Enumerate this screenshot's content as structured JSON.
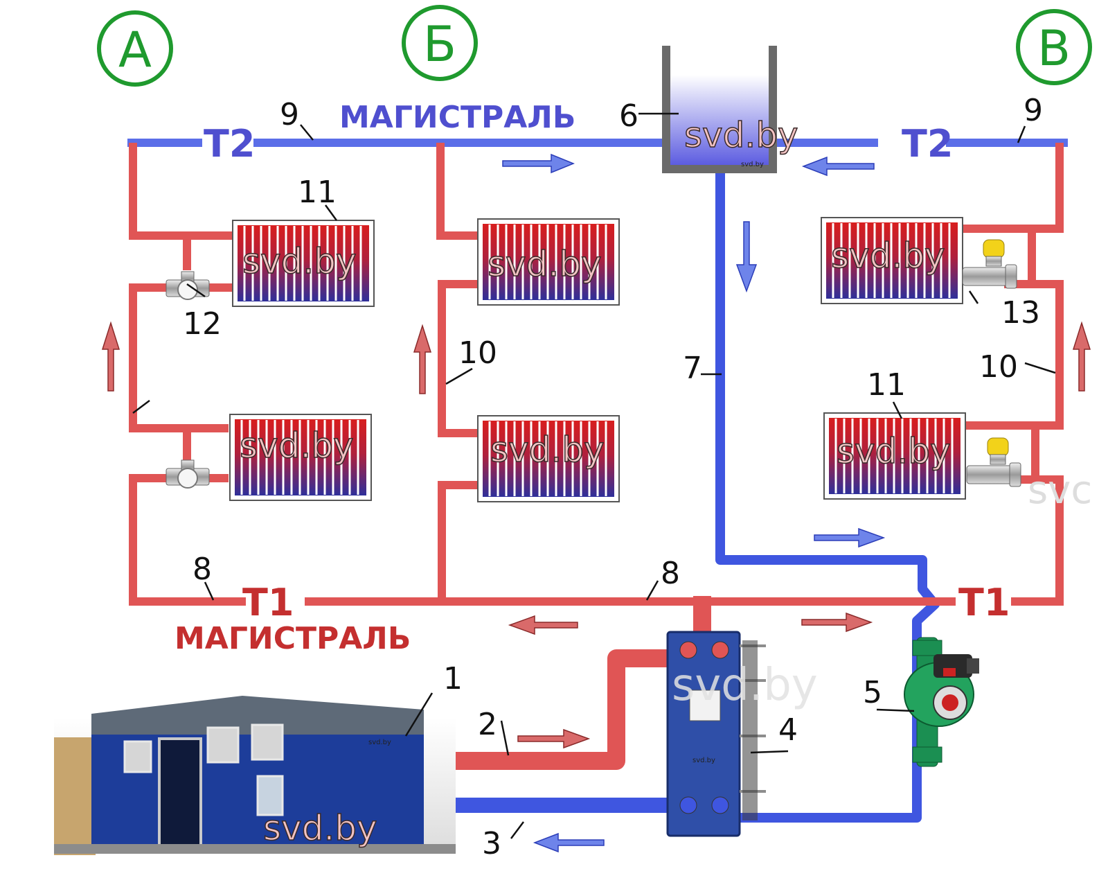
{
  "zones": [
    "А",
    "Б",
    "В"
  ],
  "labels": {
    "supply_main": "МАГИСТРАЛЬ",
    "return_main": "МАГИСТРАЛЬ",
    "t1": "T1",
    "t2": "T2",
    "watermark": "svd.by",
    "watermark_faded_1": "svd.by",
    "watermark_faded_2": "svc"
  },
  "numbers": {
    "n1": "1",
    "n2": "2",
    "n3": "3",
    "n4": "4",
    "n5": "5",
    "n6": "6",
    "n7": "7",
    "n8": "8",
    "n9": "9",
    "n10": "10",
    "n11": "11",
    "n12": "12",
    "n13": "13"
  },
  "colors": {
    "supply": "#e05555",
    "return": "#5b6ee8",
    "riser_return": "#3f56e0",
    "zone_circle": "#1f9a2e",
    "supply_text": "#c42f2f",
    "return_text": "#4f4fcf"
  }
}
